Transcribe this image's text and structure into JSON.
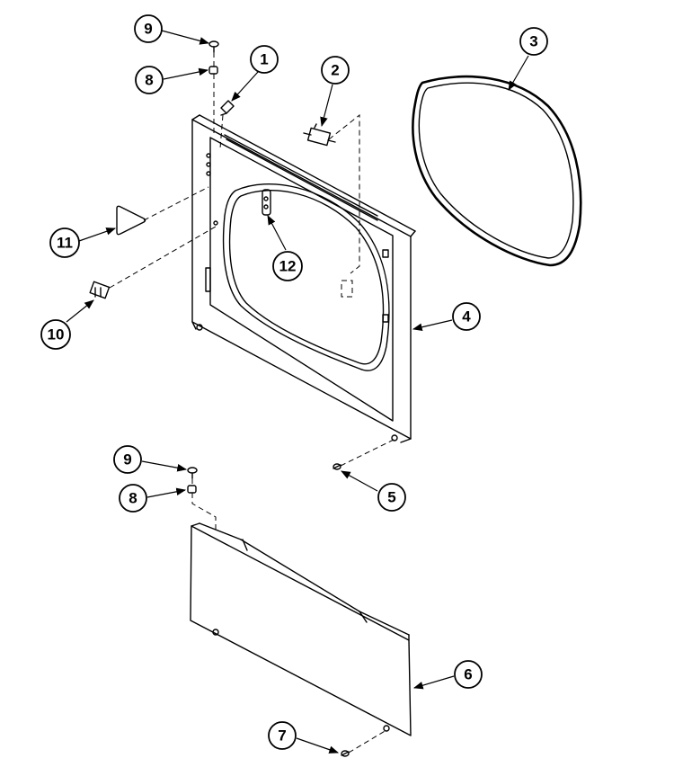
{
  "callouts": [
    {
      "id": "c9a",
      "label": "9"
    },
    {
      "id": "c8a",
      "label": "8"
    },
    {
      "id": "c1",
      "label": "1"
    },
    {
      "id": "c2",
      "label": "2"
    },
    {
      "id": "c3",
      "label": "3"
    },
    {
      "id": "c11",
      "label": "11"
    },
    {
      "id": "c12",
      "label": "12"
    },
    {
      "id": "c10",
      "label": "10"
    },
    {
      "id": "c4",
      "label": "4"
    },
    {
      "id": "c9b",
      "label": "9"
    },
    {
      "id": "c5",
      "label": "5"
    },
    {
      "id": "c8b",
      "label": "8"
    },
    {
      "id": "c6",
      "label": "6"
    },
    {
      "id": "c7",
      "label": "7"
    }
  ]
}
